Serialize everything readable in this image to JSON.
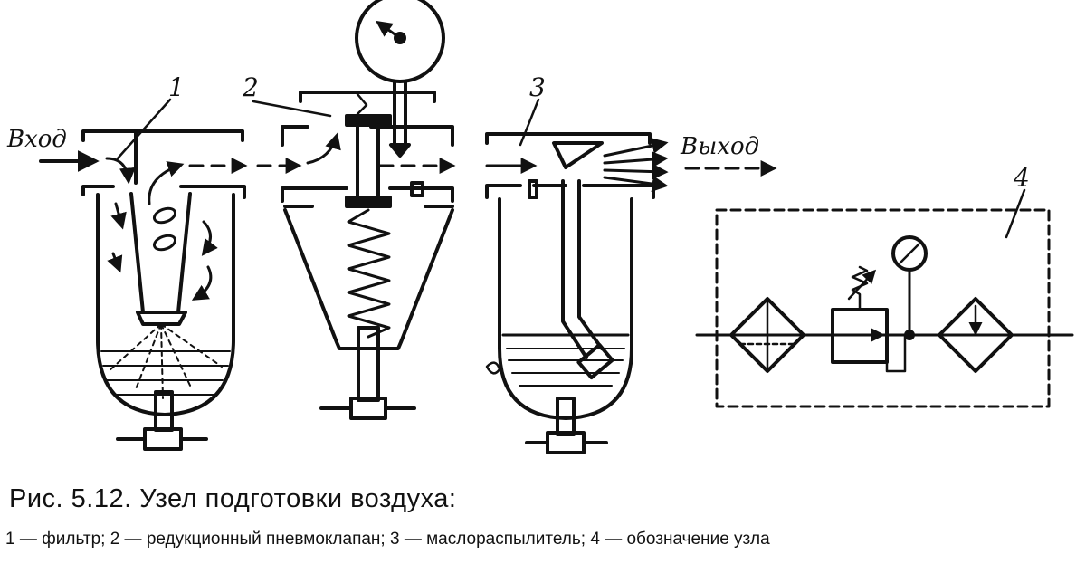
{
  "diagram": {
    "labels": {
      "inlet": "Вход",
      "outlet": "Выход",
      "part_1": "1",
      "part_2": "2",
      "part_3": "3",
      "part_4": "4"
    }
  },
  "caption": {
    "title": "Рис. 5.12. Узел подготовки воздуха:",
    "legend": "1 — фильтр;  2 — редукционный пневмоклапан;  3 — маслораспылитель;  4 — обозначение узла"
  }
}
